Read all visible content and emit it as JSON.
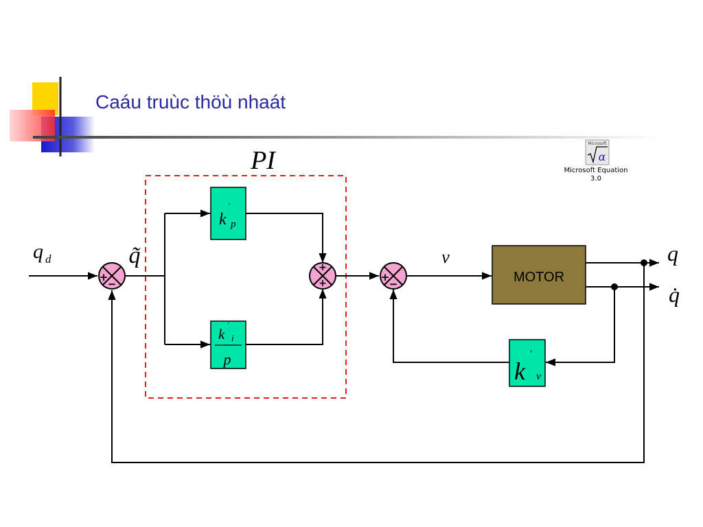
{
  "slide": {
    "title": "Caáu truùc thöù nhaát"
  },
  "equation_icon": {
    "icon": "microsoft-equation-icon",
    "small_label": "Microsoft",
    "label_line1": "Microsoft Equation",
    "label_line2": "3.0"
  },
  "diagram": {
    "pi_label": "PI",
    "input_label": "q",
    "input_subscript": "d",
    "error_label": "q̃",
    "v_label": "v",
    "output_q": "q",
    "output_qdot": "q̇",
    "kp": {
      "base": "k",
      "prime": "'",
      "sub": "p"
    },
    "ki": {
      "base": "k",
      "prime": "'",
      "sub": "i",
      "den": "p"
    },
    "kv": {
      "base": "k",
      "prime": "'",
      "sub": "v"
    },
    "motor_label": "MOTOR",
    "sum1_signs": [
      "+",
      "−"
    ],
    "sum2_signs": [
      "+",
      "+"
    ],
    "sum3_signs": [
      "+",
      "−"
    ],
    "colors": {
      "gain_fill": "#00e5a8",
      "motor_fill": "#8c7a3c",
      "summer_fill": "#f5a3d0",
      "pi_box": "#e81c1c",
      "title": "#2a2aa0"
    }
  }
}
